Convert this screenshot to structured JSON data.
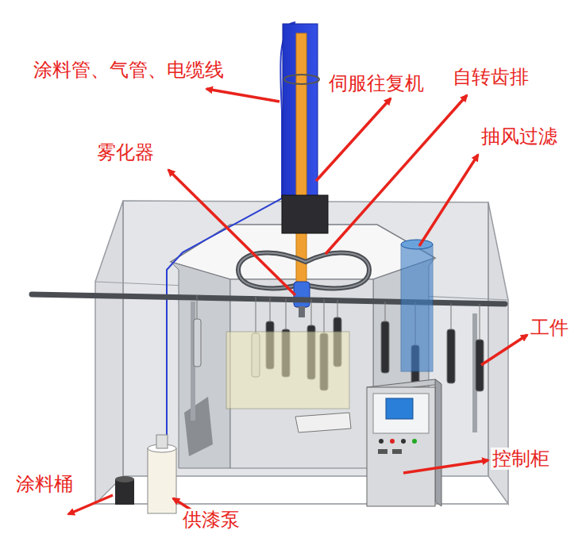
{
  "diagram": {
    "labels": [
      "涂料管、气管、电缆线",
      "伺服往复机",
      "自转齿排",
      "雾化器",
      "抽风过滤",
      "工件",
      "控制柜",
      "涂料桶",
      "供漆泵"
    ]
  }
}
